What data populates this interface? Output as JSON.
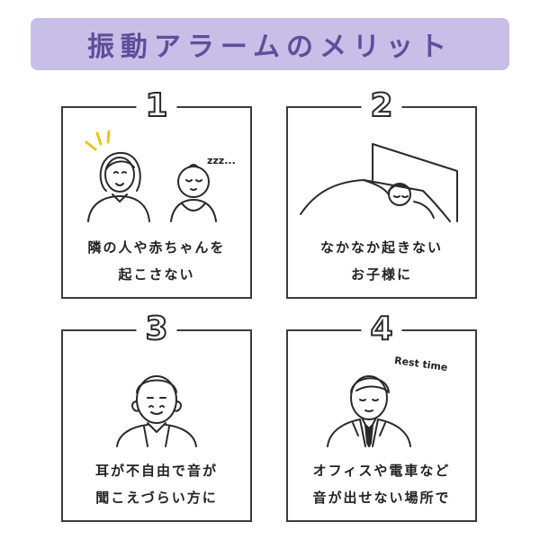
{
  "banner": {
    "title": "振動アラームのメリット"
  },
  "cards": [
    {
      "number": "1",
      "lines": [
        "隣の人や赤ちゃんを",
        "起こさない"
      ],
      "tag": "zzz..."
    },
    {
      "number": "2",
      "lines": [
        "なかなか起きない",
        "お子様に"
      ]
    },
    {
      "number": "3",
      "lines": [
        "耳が不自由で音が",
        "聞こえづらい方に"
      ]
    },
    {
      "number": "4",
      "lines": [
        "オフィスや電車など",
        "音が出せない場所で"
      ],
      "tag": "Rest time"
    }
  ],
  "colors": {
    "banner_bg": "#c7bfe7",
    "banner_text": "#5d4f9a",
    "outline": "#3b3b3b",
    "accent": "#f1c21b"
  }
}
